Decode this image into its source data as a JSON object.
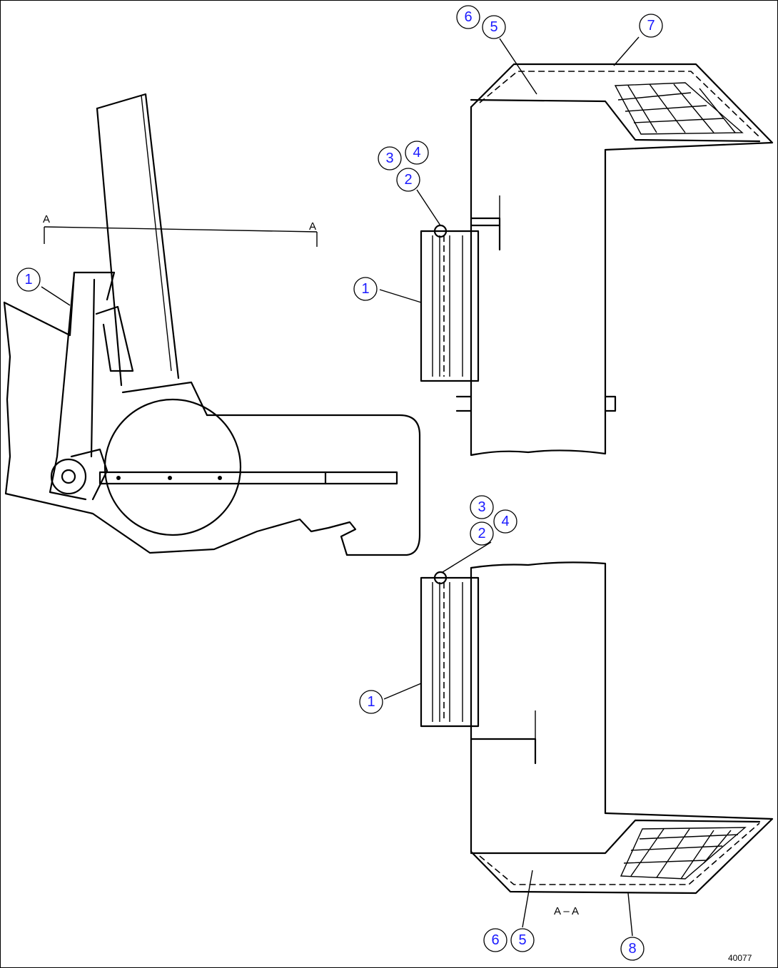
{
  "drawing": {
    "section_marker": "A",
    "section_view_label": "A – A",
    "drawing_number": "40077"
  },
  "callouts": [
    {
      "id": "c1",
      "label": "1"
    },
    {
      "id": "c2",
      "label": "1"
    },
    {
      "id": "c3",
      "label": "1"
    },
    {
      "id": "c4",
      "label": "2"
    },
    {
      "id": "c5",
      "label": "2"
    },
    {
      "id": "c6",
      "label": "3"
    },
    {
      "id": "c7",
      "label": "3"
    },
    {
      "id": "c8",
      "label": "4"
    },
    {
      "id": "c9",
      "label": "4"
    },
    {
      "id": "c10",
      "label": "5"
    },
    {
      "id": "c11",
      "label": "5"
    },
    {
      "id": "c12",
      "label": "6"
    },
    {
      "id": "c13",
      "label": "6"
    },
    {
      "id": "c14",
      "label": "7"
    },
    {
      "id": "c15",
      "label": "8"
    }
  ],
  "colors": {
    "callout_text": "#1a1aff",
    "line": "#000000"
  }
}
